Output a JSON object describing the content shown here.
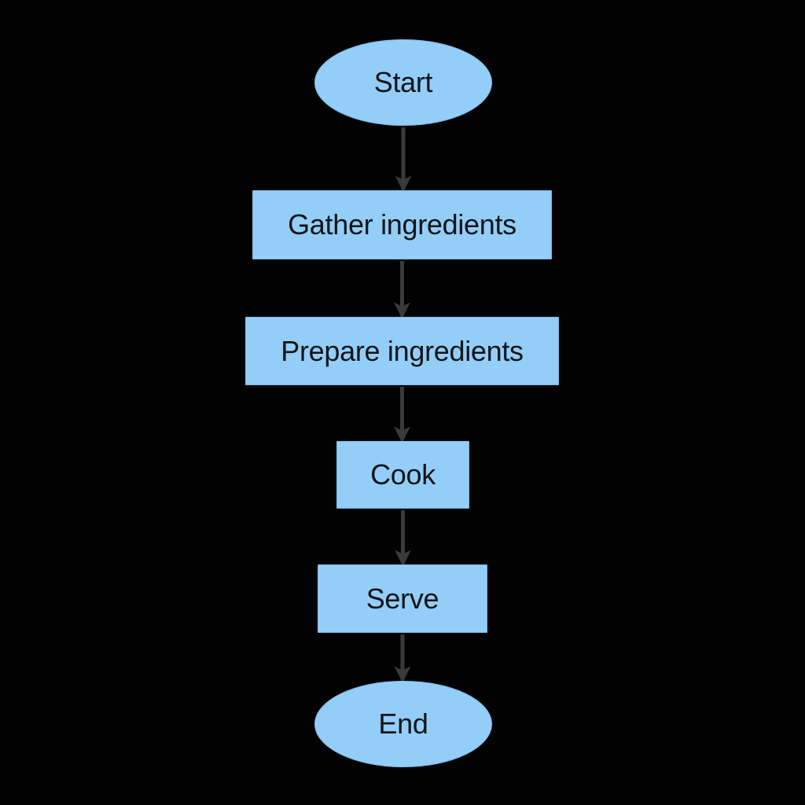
{
  "colors": {
    "background": "#020202",
    "node_fill": "#93CEF8",
    "node_border": "#7FB9E8",
    "node_text": "#101418",
    "arrow": "#3A3A3A"
  },
  "flowchart": {
    "nodes": [
      {
        "id": "start",
        "shape": "terminal",
        "label": "Start"
      },
      {
        "id": "gather",
        "shape": "process",
        "label": "Gather ingredients"
      },
      {
        "id": "prepare",
        "shape": "process",
        "label": "Prepare ingredients"
      },
      {
        "id": "cook",
        "shape": "process",
        "label": "Cook"
      },
      {
        "id": "serve",
        "shape": "process",
        "label": "Serve"
      },
      {
        "id": "end",
        "shape": "terminal",
        "label": "End"
      }
    ],
    "edges": [
      {
        "from": "start",
        "to": "gather"
      },
      {
        "from": "gather",
        "to": "prepare"
      },
      {
        "from": "prepare",
        "to": "cook"
      },
      {
        "from": "cook",
        "to": "serve"
      },
      {
        "from": "serve",
        "to": "end"
      }
    ]
  }
}
